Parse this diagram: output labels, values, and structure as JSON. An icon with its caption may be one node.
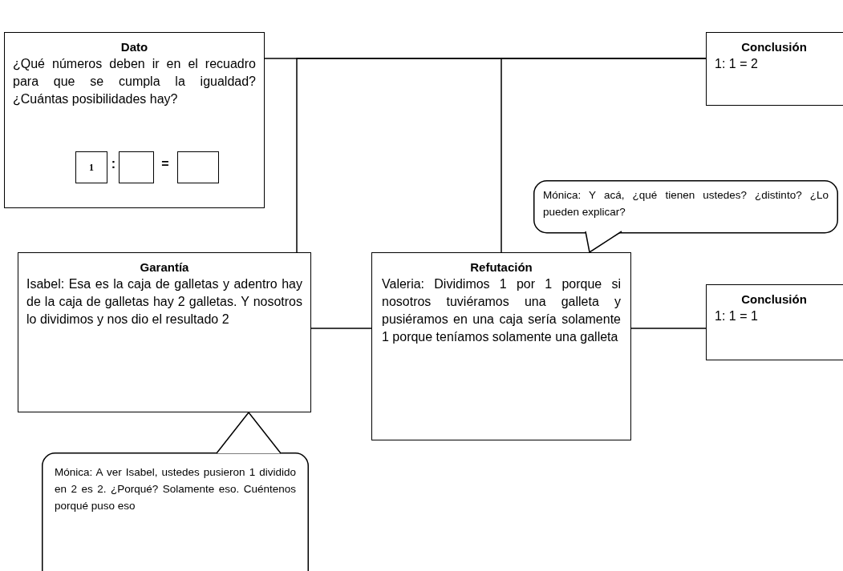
{
  "diagram": {
    "nodes": [
      {
        "text": [
          "Dato",
          "¿Qué números deben ir en el recuadro para que se cumpla la igualdad? ¿Cuántas posibilidades hay?"
        ]
      },
      {
        "text": [
          "1"
        ],
        "in": 0
      },
      {
        "text": [],
        "shape": "box",
        "in": 0
      },
      {
        "text": [],
        "shape": "box",
        "in": 0
      },
      {
        "text": [
          "Conclusión",
          "1: 1 = 2"
        ]
      },
      {
        "text": [
          "Mónica: Y acá, ¿qué tienen ustedes? ¿distinto? ¿Lo pueden explicar?"
        ]
      },
      {
        "text": [
          "Garantía",
          "Isabel: Esa es la caja de galletas y adentro hay de la caja de galletas hay 2 galletas. Y nosotros lo dividimos y nos dio el resultado 2"
        ]
      },
      {
        "text": [
          "Refutación",
          "Valeria: Dividimos 1 por 1 porque si nosotros tuviéramos una galleta y pusiéramos en una caja sería solamente 1 porque teníamos solamente una galleta"
        ]
      },
      {
        "text": [
          "Conclusión",
          "1: 1 = 1"
        ]
      },
      {
        "text": [
          "Mónica: A ver Isabel, ustedes pusieron 1 dividido en 2 es 2. ¿Porqué? Solamente eso. Cuéntenos porqué puso eso"
        ]
      }
    ],
    "edges": [
      {
        "from": 0,
        "to": 4,
        "arrow": "none"
      },
      {
        "from": 6,
        "to": 4,
        "arrow": "none"
      },
      {
        "from": 7,
        "to": 4,
        "arrow": "none"
      },
      {
        "from": 6,
        "to": 7,
        "arrow": "none"
      },
      {
        "from": 7,
        "to": 8,
        "arrow": "none"
      }
    ],
    "labels": [
      ":",
      "="
    ]
  }
}
